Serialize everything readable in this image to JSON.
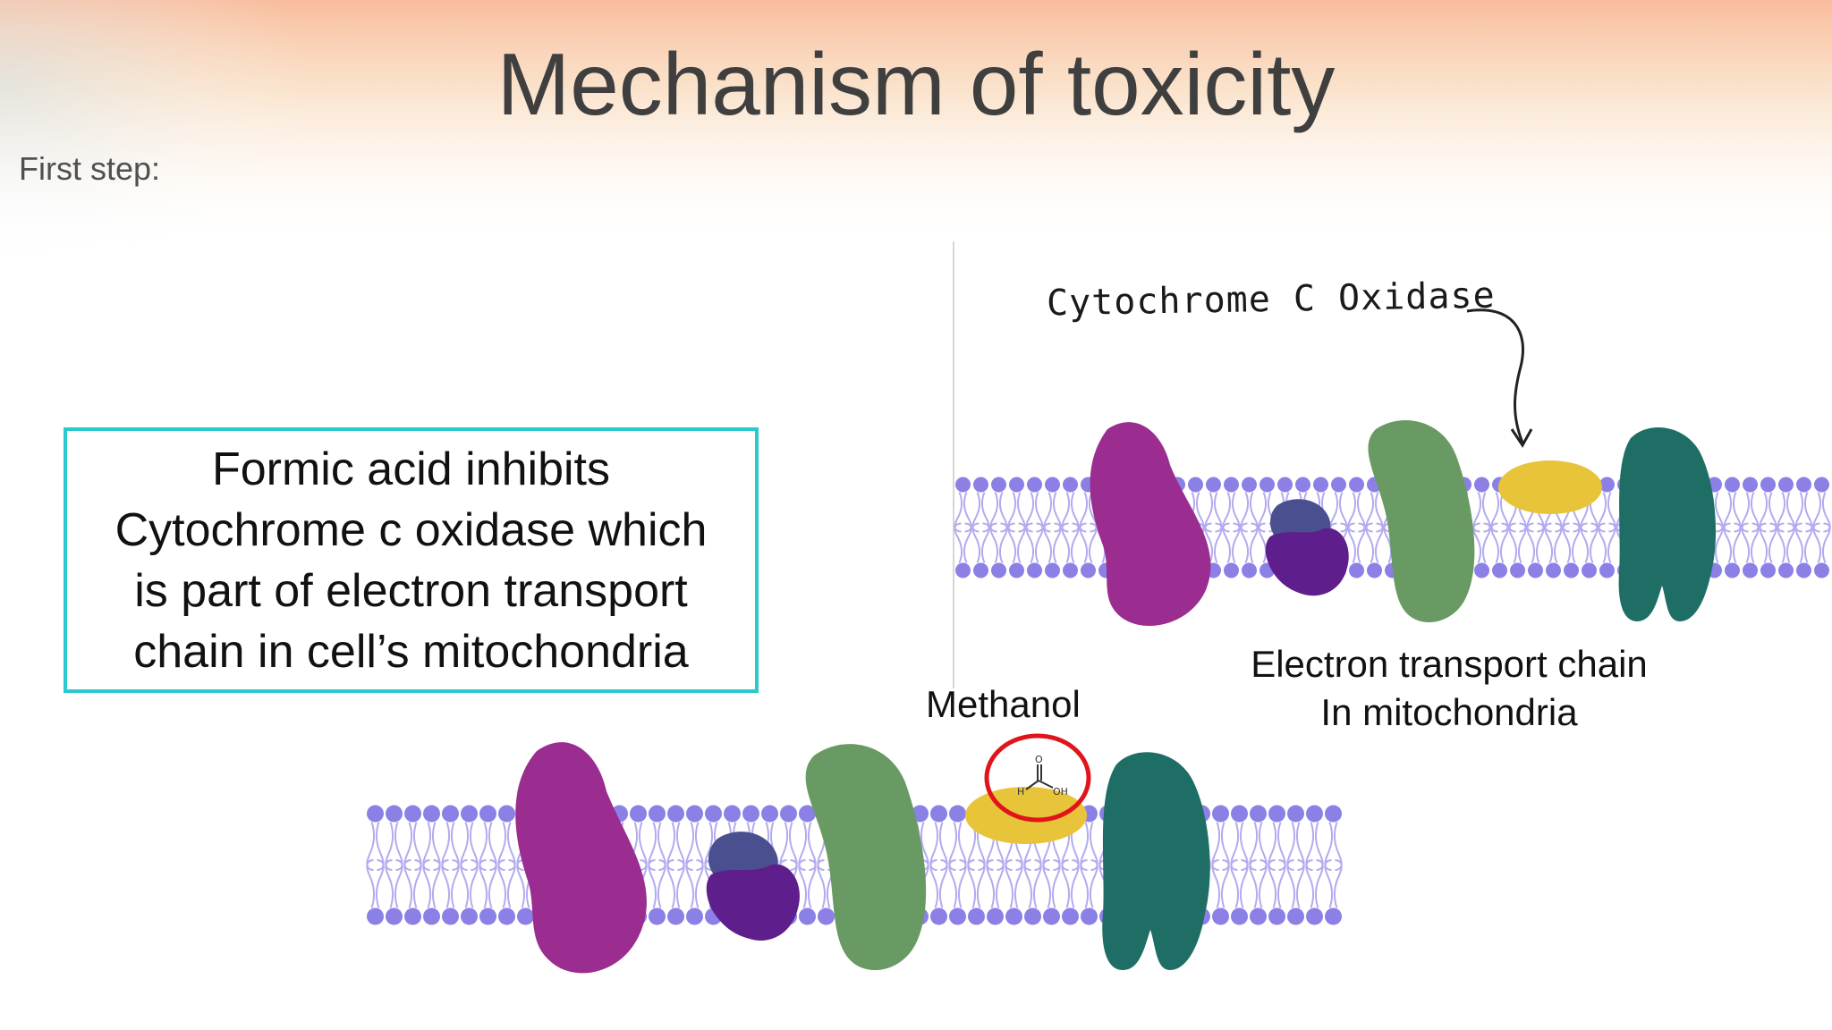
{
  "slide": {
    "title": "Mechanism of toxicity",
    "step_label": "First step:"
  },
  "info_box": {
    "lines": [
      "Formic acid inhibits",
      "Cytochrome c oxidase which",
      "is part of electron transport",
      "chain in cell’s mitochondria"
    ],
    "border_color": "#29c9cf"
  },
  "diagram": {
    "enzyme_label": "Cytochrome C Oxidase",
    "caption_lines": [
      "Electron transport chain",
      "In mitochondria"
    ],
    "molecule_label": "Methanol",
    "molecule_atoms": [
      "O",
      "H",
      "OH"
    ],
    "colors": {
      "lipid_head": "#8b80e6",
      "lipid_tail": "#b4abef",
      "complex_magenta": "#9a2d8f",
      "complex_navy": "#4a4f8f",
      "complex_purple": "#5e1f8c",
      "complex_green": "#6a9a64",
      "complex_yellow": "#e8c43a",
      "complex_teal": "#1f6e66",
      "highlight_circle": "#e0141a"
    }
  }
}
